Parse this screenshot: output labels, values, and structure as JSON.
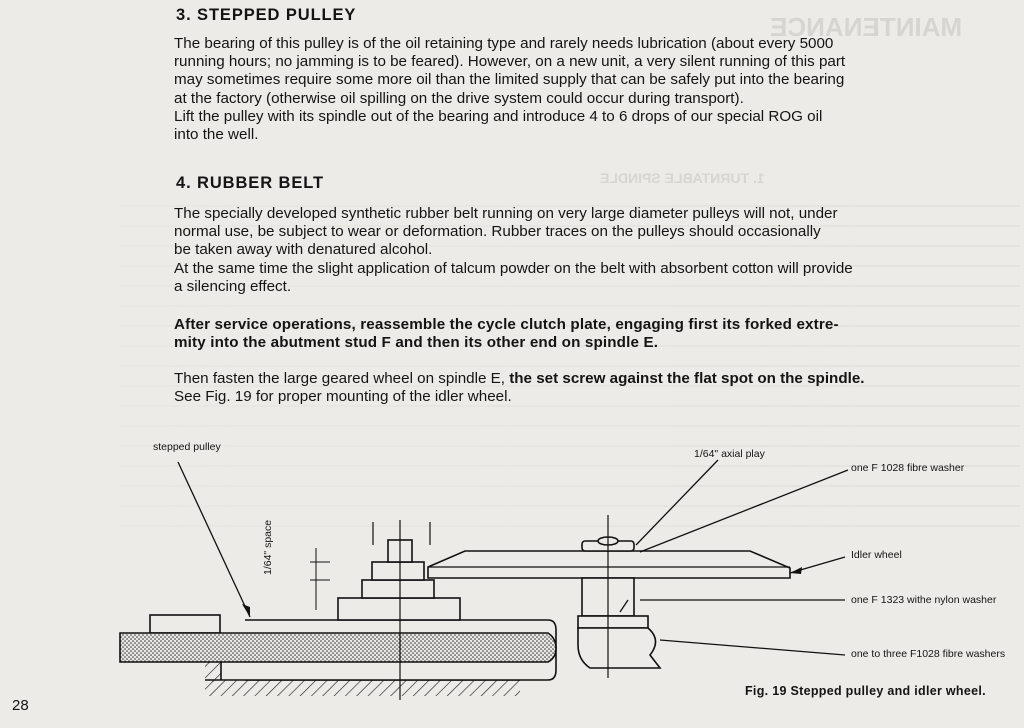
{
  "sections": [
    {
      "heading": "3. STEPPED PULLEY",
      "lines": [
        "The bearing of this pulley is of the oil retaining type and rarely needs lubrication (about every 5000",
        "running hours; no jamming is to be feared). However, on a new unit, a very silent running of this part",
        "may sometimes require some more oil than the limited supply that can be safely put into the bearing",
        "at the factory (otherwise oil spilling on the drive system could occur during transport).",
        "Lift the pulley with its spindle out of the bearing and introduce 4 to 6 drops of our special ROG oil",
        "into the well."
      ]
    },
    {
      "heading": "4. RUBBER BELT",
      "lines": [
        "The specially developed synthetic rubber belt running on very large diameter pulleys will not, under",
        "normal use, be subject to wear or deformation. Rubber traces on the pulleys should occasionally",
        "be taken away with denatured alcohol.",
        "At the same time the slight application of talcum powder on the belt with absorbent cotton will provide",
        "a silencing effect."
      ]
    }
  ],
  "service_note": [
    "After service operations, reassemble the cycle clutch plate, engaging first its forked extre-",
    "mity into the abutment stud F and then its other end on spindle E."
  ],
  "fasten": {
    "normal": "Then fasten the large geared wheel on spindle E,",
    "bold": " the set screw against the flat spot on the spindle.",
    "line2": "See Fig. 19 for proper mounting of the idler wheel."
  },
  "figure": {
    "labels": {
      "stepped_pulley": "stepped pulley",
      "space": "1/64\" space",
      "axial_play": "1/64\" axial play",
      "fibre_washer": "one F 1028 fibre washer",
      "idler_wheel": "Idler wheel",
      "nylon_washer": "one F 1323 withe nylon washer",
      "fibre_washers": "one to three F1028 fibre washers"
    },
    "caption": "Fig. 19  Stepped pulley and idler wheel."
  },
  "page_number": "28",
  "ghost": {
    "title": "MAINTENANCE",
    "sub": "1. TURNTABLE SPINDLE"
  }
}
